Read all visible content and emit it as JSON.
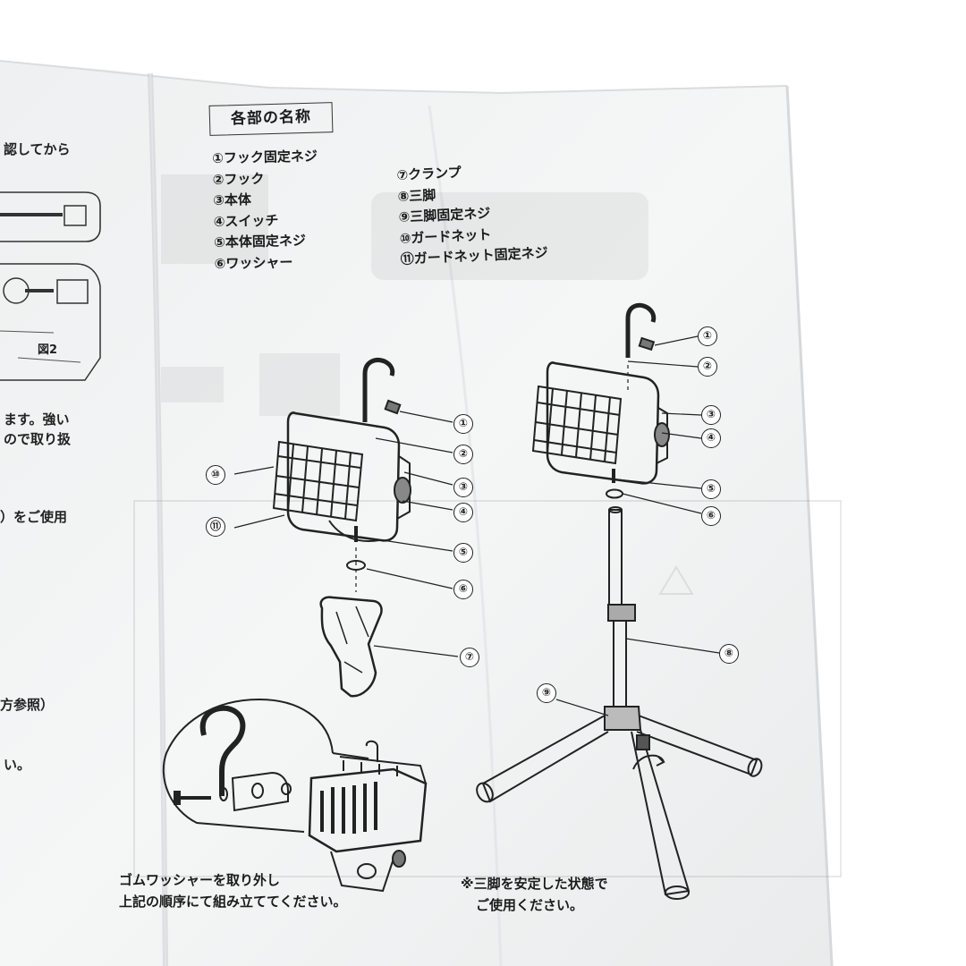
{
  "section": {
    "title": "各部の名称",
    "parts_left": [
      "①フック固定ネジ",
      "②フック",
      "③本体",
      "④スイッチ",
      "⑤本体固定ネジ",
      "⑥ワッシャー"
    ],
    "parts_right": [
      "⑦クランプ",
      "⑧三脚",
      "⑨三脚固定ネジ",
      "⑩ガードネット",
      "⑪ガードネット固定ネジ"
    ]
  },
  "left_page_fragments": {
    "line1": "認してから",
    "fig_label": "図2",
    "line2": "ます。強い",
    "line3": "ので取り扱",
    "line4": "）をご使用",
    "line5": "方参照）",
    "line6": "い。"
  },
  "callouts": {
    "clamp_numbers": [
      "①",
      "②",
      "③",
      "④",
      "⑤",
      "⑥",
      "⑦",
      "⑩",
      "⑪"
    ],
    "tripod_numbers": [
      "①",
      "②",
      "③",
      "④",
      "⑤",
      "⑥",
      "⑧",
      "⑨"
    ]
  },
  "notes": {
    "rubber_line1": "ゴムワッシャーを取り外し",
    "rubber_line2": "上記の順序にて組み立ててください。",
    "tripod_line1": "※三脚を安定した状態で",
    "tripod_line2": "ご使用ください。"
  },
  "colors": {
    "paper": "#f3f4f4",
    "shadow": "#cfd2d4",
    "ink": "#1b1b1b"
  }
}
